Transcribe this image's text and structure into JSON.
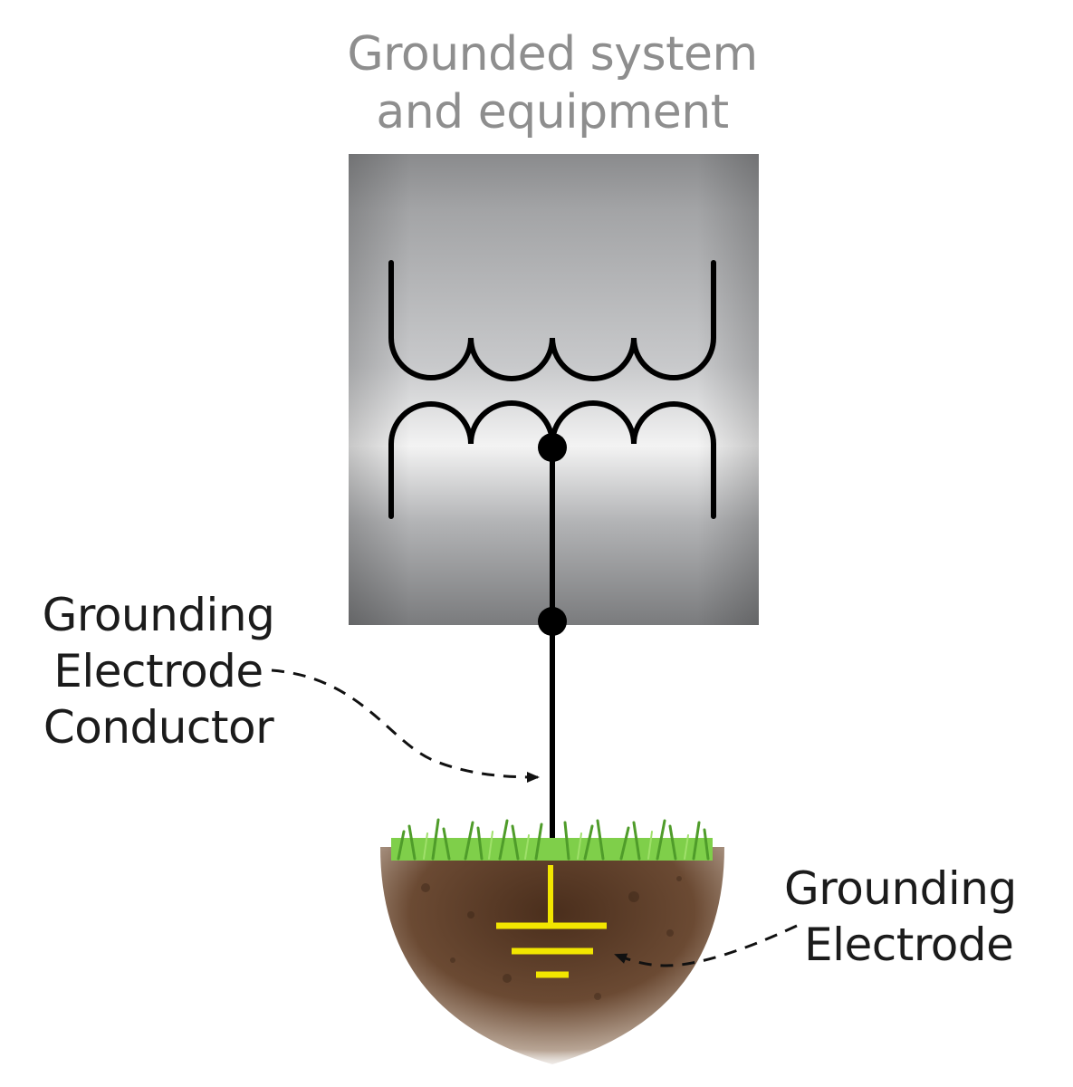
{
  "title": {
    "line1": "Grounded system",
    "line2": "and equipment"
  },
  "labels": {
    "grounding_electrode_conductor": {
      "line1": "Grounding",
      "line2": "Electrode",
      "line3": "Conductor"
    },
    "grounding_electrode": {
      "line1": "Grounding",
      "line2": "Electrode"
    }
  },
  "colors": {
    "title_text": "#8e8e8e",
    "label_text": "#1b1b1b",
    "enclosure_dark": "#7d7e80",
    "enclosure_light": "#f2f2f2",
    "conductor": "#000000",
    "ground_symbol": "#f2e600",
    "grass": "#6fbf3a",
    "soil": "#5a3a25"
  },
  "icons": {
    "transformer": "transformer-symbol-icon",
    "ground": "earth-ground-symbol-icon"
  }
}
